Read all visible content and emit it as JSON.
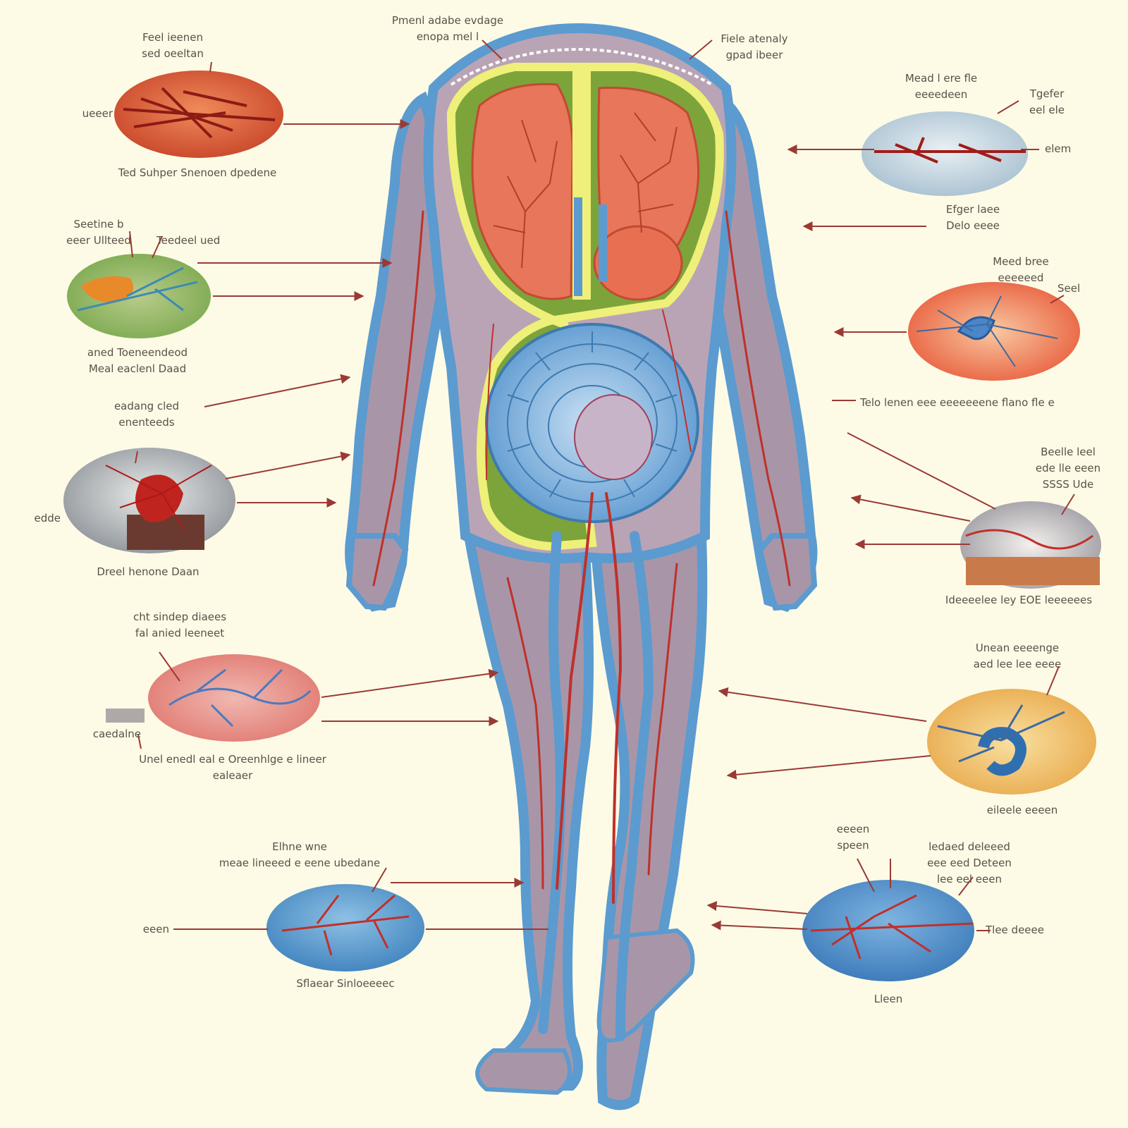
{
  "palette": {
    "background": "#fdfbe6",
    "vein": "#5b9bcf",
    "artery": "#c0302a",
    "skin": "#a896a8",
    "lung": "#e8765a",
    "intestine": "#6fa8d8",
    "pleura": "#eef07a",
    "leader": "#9a3a34"
  },
  "labels": {
    "t_top1": "Pmenl adabe evdage\nenopa mel l",
    "t_top2": "Fiele atenaly\ngpad ibeer",
    "t_l1_head": "Feel ieenen\nsed oeeltan",
    "t_l1_side": "ueeer",
    "t_l1_cap": "Ted Suhper Snenoen dpedene",
    "t_l2_head": "Seetine b\neeer Ullteed",
    "t_l2_side": "Teedeel ued",
    "t_l2_cap": "aned Toeneendeod\nMeal eaclenl Daad",
    "t_l3_head": "eadang cled\nenenteeds",
    "t_l3_side": "edde",
    "t_l3_cap": "Dreel henone Daan",
    "t_l4_head": "cht sindep diaees\nfal anied leeneet",
    "t_l4_side": "caedalne",
    "t_l4_cap": "Unel enedl eal e Oreenhlge e lineer\nealeaer",
    "t_l5_head": "Elhne wne\nmeae lineeed e eene ubedane",
    "t_l5_side": "eeen",
    "t_l5_cap": "Sflaear Sinloeeeec",
    "t_r1_head": "Mead l ere fle\neeeedeen",
    "t_r1_side": "Tgefer\neel ele",
    "t_r1_side2": "elem",
    "t_r1_cap": "Efger laee\nDelo eeee",
    "t_r2_head": "Meed bree\neeeeeed",
    "t_r2_side": "Seel",
    "t_r2_cap": "Telo lenen eee eeeeeeene flano fle e",
    "t_r3_head": "Beelle leel\nede lle eeen\nSSSS Ude",
    "t_r3_cap": "Ideeeelee ley EOE leeeeees",
    "t_r4_head": "Unean eeeenge\naed lee lee eeee",
    "t_r4_cap": "eileele eeeen",
    "t_r5_head1": "eeeen\nspeen",
    "t_r5_head2": "ledaed deleeed\neee eed Deteen\nlee eel eeen",
    "t_r5_side": "Tlee deeee",
    "t_r5_cap": "Lleen"
  }
}
